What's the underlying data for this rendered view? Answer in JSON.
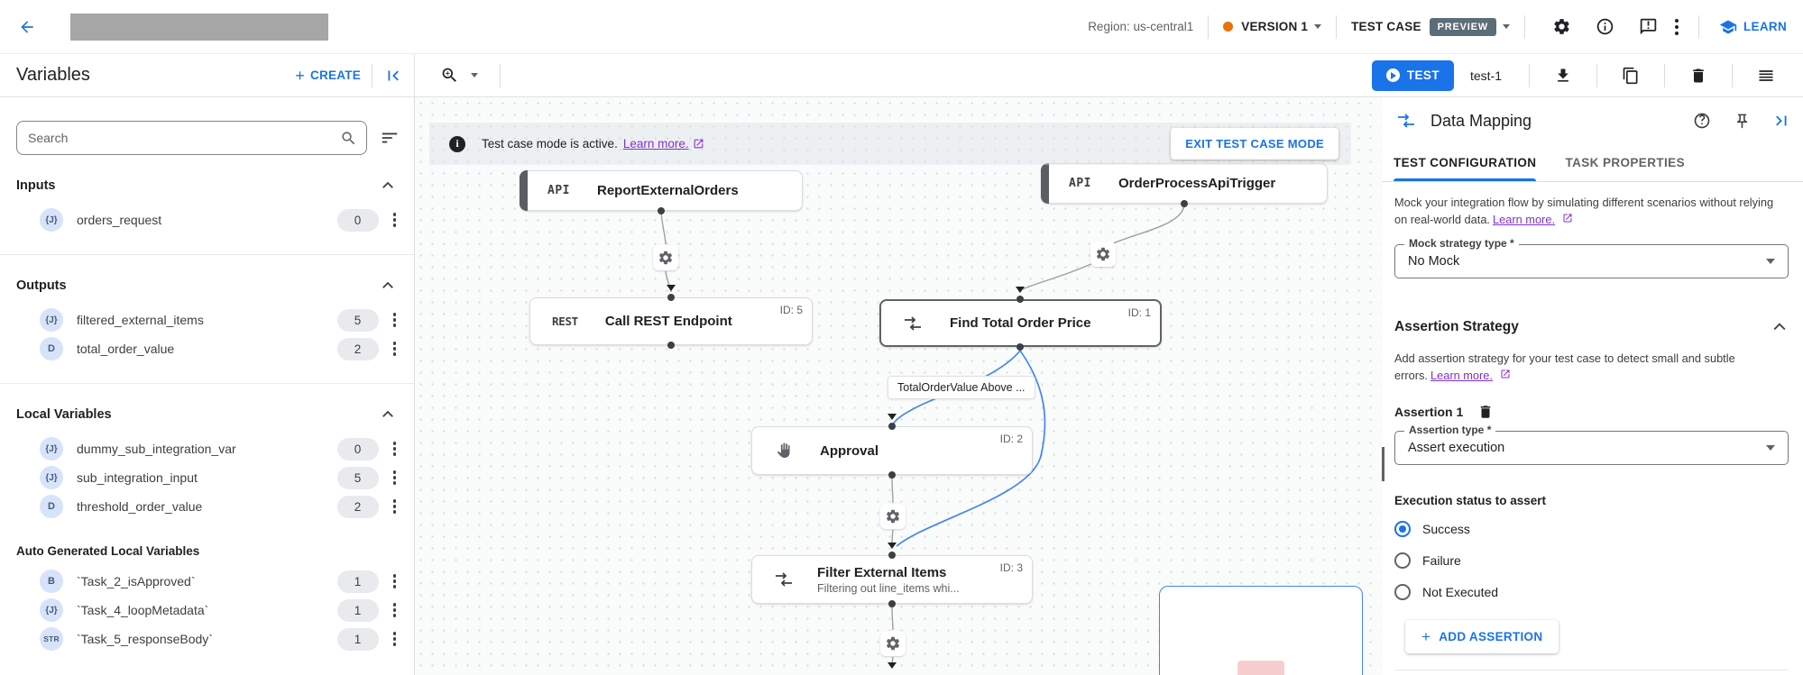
{
  "colors": {
    "accent_blue": "#1a73e8",
    "edge_blue": "#4285f4",
    "version_dot": "#e8710a",
    "preview_badge_bg": "#5c6d77",
    "link_purple": "#8430ce"
  },
  "header": {
    "region_label": "Region: us-central1",
    "version_label": "VERSION 1",
    "test_case_label": "TEST CASE",
    "preview_badge": "PREVIEW",
    "learn_label": "LEARN"
  },
  "toolbar": {
    "panel_title": "Variables",
    "create_button": "CREATE",
    "test_button": "TEST",
    "test_case_name": "test-1"
  },
  "sidebar": {
    "search_placeholder": "Search",
    "sections": [
      {
        "title": "Inputs",
        "items": [
          {
            "type": "{J}",
            "name": "orders_request",
            "count": "0"
          }
        ]
      },
      {
        "title": "Outputs",
        "items": [
          {
            "type": "{J}",
            "name": "filtered_external_items",
            "count": "5"
          },
          {
            "type": "D",
            "name": "total_order_value",
            "count": "2"
          }
        ]
      },
      {
        "title": "Local Variables",
        "items": [
          {
            "type": "{J}",
            "name": "dummy_sub_integration_var",
            "count": "0"
          },
          {
            "type": "{J}",
            "name": "sub_integration_input",
            "count": "5"
          },
          {
            "type": "D",
            "name": "threshold_order_value",
            "count": "2"
          }
        ]
      },
      {
        "title": "Auto Generated Local Variables",
        "items": [
          {
            "type": "B",
            "name": "`Task_2_isApproved`",
            "count": "1"
          },
          {
            "type": "{J}",
            "name": "`Task_4_loopMetadata`",
            "count": "1"
          },
          {
            "type": "STR",
            "name": "`Task_5_responseBody`",
            "count": "1"
          }
        ]
      }
    ]
  },
  "canvas": {
    "banner": {
      "message": "Test case mode is active.",
      "link": "Learn more.",
      "exit_button": "EXIT TEST CASE MODE"
    },
    "edge_label": "TotalOrderValue Above ...",
    "nodes": {
      "report": {
        "badge": "API",
        "title": "ReportExternalOrders"
      },
      "trigger": {
        "badge": "API",
        "title": "OrderProcessApiTrigger"
      },
      "rest": {
        "badge": "REST",
        "title": "Call REST Endpoint",
        "id": "ID: 5"
      },
      "find_total": {
        "title": "Find Total Order Price",
        "id": "ID: 1"
      },
      "approval": {
        "title": "Approval",
        "id": "ID: 2"
      },
      "filter": {
        "title": "Filter External Items",
        "subtitle": "Filtering out line_items whi...",
        "id": "ID: 3"
      }
    }
  },
  "panel": {
    "title": "Data Mapping",
    "tabs": [
      {
        "label": "TEST CONFIGURATION"
      },
      {
        "label": "TASK PROPERTIES"
      }
    ],
    "mock": {
      "description": "Mock your integration flow by simulating different scenarios without relying on real-world data.",
      "link": "Learn more.",
      "field_label": "Mock strategy type *",
      "field_value": "No Mock"
    },
    "assertion": {
      "section_title": "Assertion Strategy",
      "description": "Add assertion strategy for your test case to detect small and subtle errors.",
      "link": "Learn more.",
      "item_title": "Assertion 1",
      "type_label": "Assertion type *",
      "type_value": "Assert execution",
      "status_label": "Execution status to assert",
      "options": [
        {
          "label": "Success",
          "selected": true
        },
        {
          "label": "Failure",
          "selected": false
        },
        {
          "label": "Not Executed",
          "selected": false
        }
      ],
      "add_button": "ADD ASSERTION"
    }
  }
}
